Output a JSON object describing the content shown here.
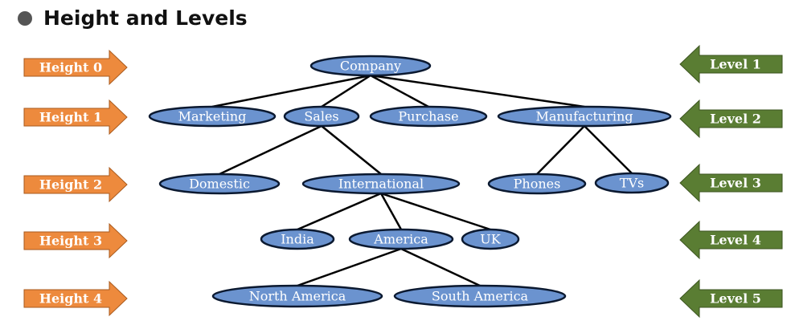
{
  "heading": {
    "title": "Height and Levels"
  },
  "colors": {
    "node_fill": "#6b93cf",
    "node_stroke": "#0b1930",
    "height_arrow": "#ed8a3d",
    "level_arrow": "#5a7d33"
  },
  "nodes": [
    {
      "id": "company",
      "label": "Company"
    },
    {
      "id": "marketing",
      "label": "Marketing"
    },
    {
      "id": "sales",
      "label": "Sales"
    },
    {
      "id": "purchase",
      "label": "Purchase"
    },
    {
      "id": "manufacturing",
      "label": "Manufacturing"
    },
    {
      "id": "domestic",
      "label": "Domestic"
    },
    {
      "id": "international",
      "label": "International"
    },
    {
      "id": "phones",
      "label": "Phones"
    },
    {
      "id": "tvs",
      "label": "TVs"
    },
    {
      "id": "india",
      "label": "India"
    },
    {
      "id": "america",
      "label": "America"
    },
    {
      "id": "uk",
      "label": "UK"
    },
    {
      "id": "north-america",
      "label": "North America"
    },
    {
      "id": "south-america",
      "label": "South America"
    }
  ],
  "edges": [
    [
      "company",
      "marketing"
    ],
    [
      "company",
      "sales"
    ],
    [
      "company",
      "purchase"
    ],
    [
      "company",
      "manufacturing"
    ],
    [
      "sales",
      "domestic"
    ],
    [
      "sales",
      "international"
    ],
    [
      "manufacturing",
      "phones"
    ],
    [
      "manufacturing",
      "tvs"
    ],
    [
      "international",
      "india"
    ],
    [
      "international",
      "america"
    ],
    [
      "international",
      "uk"
    ],
    [
      "america",
      "north-america"
    ],
    [
      "america",
      "south-america"
    ]
  ],
  "heights": [
    "Height 0",
    "Height 1",
    "Height 2",
    "Height 3",
    "Height 4"
  ],
  "levels": [
    "Level 1",
    "Level 2",
    "Level 3",
    "Level 4",
    "Level 5"
  ]
}
